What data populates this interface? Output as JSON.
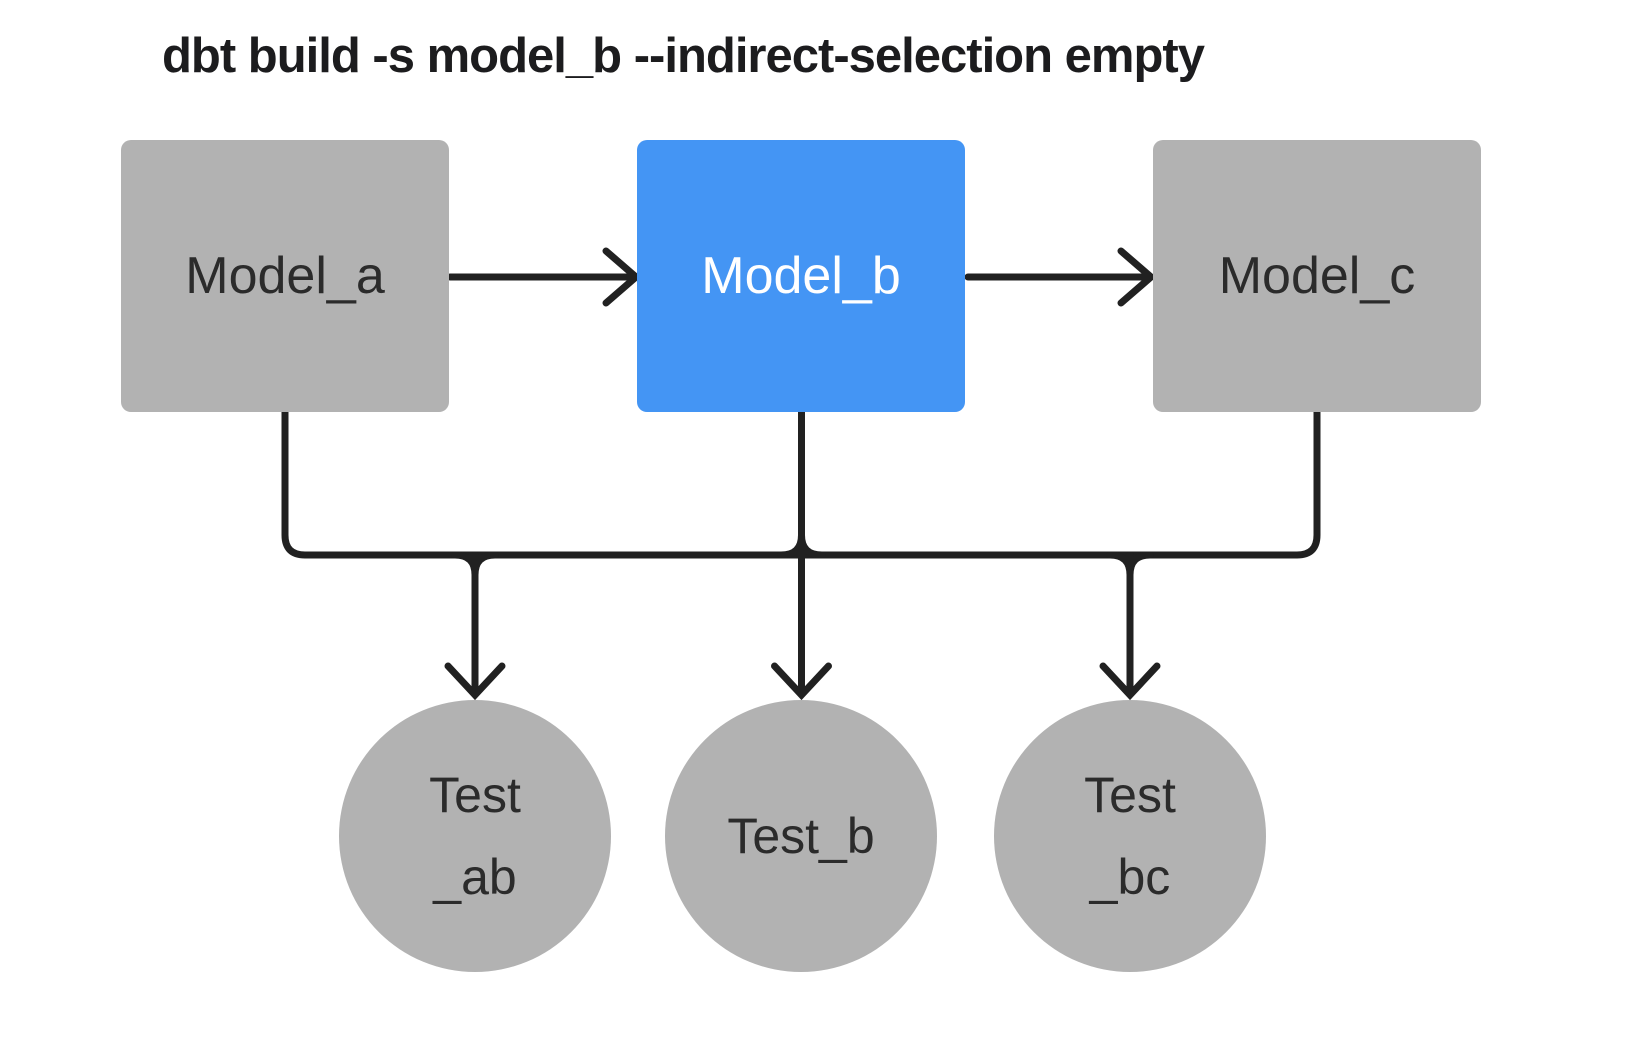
{
  "title": "dbt build -s model_b --indirect-selection empty",
  "diagram": {
    "models": [
      {
        "id": "model_a",
        "label": "Model_a",
        "selected": false
      },
      {
        "id": "model_b",
        "label": "Model_b",
        "selected": true
      },
      {
        "id": "model_c",
        "label": "Model_c",
        "selected": false
      }
    ],
    "tests": [
      {
        "id": "test_ab",
        "label": "Test\n_ab"
      },
      {
        "id": "test_b",
        "label": "Test_b"
      },
      {
        "id": "test_bc",
        "label": "Test\n_bc"
      }
    ],
    "edges": [
      {
        "from": "model_a",
        "to": "model_b"
      },
      {
        "from": "model_b",
        "to": "model_c"
      },
      {
        "from": "model_a",
        "to": "test_ab"
      },
      {
        "from": "model_b",
        "to": "test_ab"
      },
      {
        "from": "model_b",
        "to": "test_b"
      },
      {
        "from": "model_b",
        "to": "test_bc"
      },
      {
        "from": "model_c",
        "to": "test_bc"
      }
    ],
    "colors": {
      "selected_fill": "#4495F4",
      "unselected_fill": "#B2B2B2",
      "selected_text": "#FFFFFF",
      "node_text": "#2B2B2B",
      "edge_stroke": "#212121",
      "title_text": "#1C1C1E",
      "background": "#FFFFFF"
    }
  }
}
